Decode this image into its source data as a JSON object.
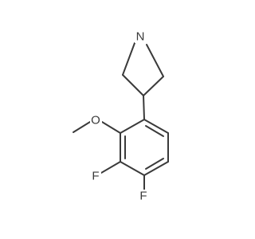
{
  "molecule": {
    "atoms": [
      {
        "id": "N",
        "label": "N"
      },
      {
        "id": "O",
        "label": "O"
      },
      {
        "id": "F1",
        "label": "F"
      },
      {
        "id": "F2",
        "label": "F"
      }
    ]
  }
}
